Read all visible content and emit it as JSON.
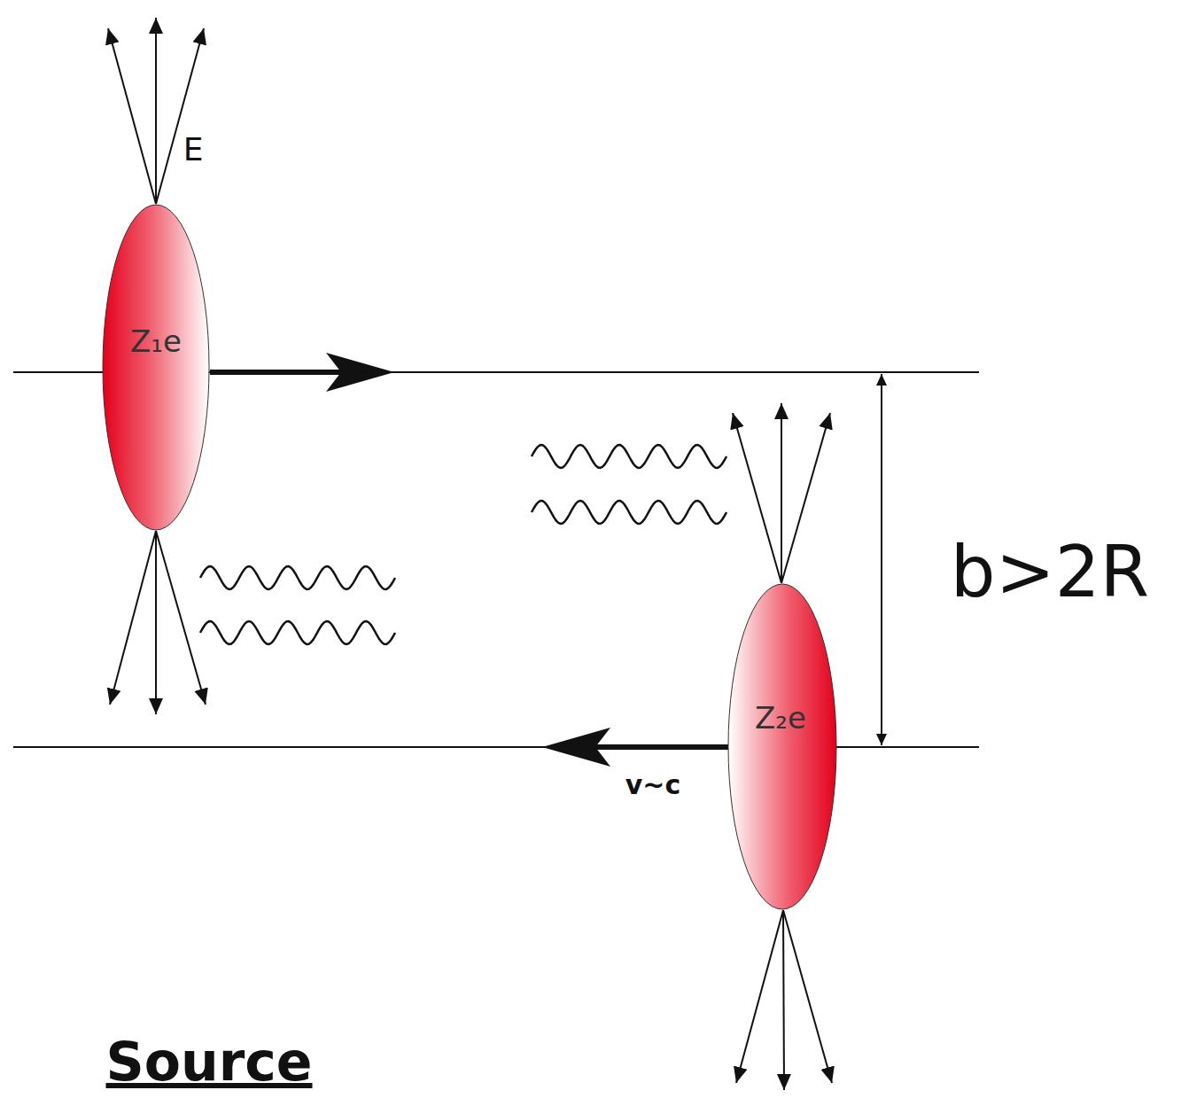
{
  "diagram": {
    "nodes": [
      {
        "text": [
          "Z₁e"
        ]
      },
      {
        "text": [
          "Z₂e"
        ]
      }
    ],
    "labels": [
      "E",
      "v~c",
      "b>2R",
      "Source"
    ]
  }
}
